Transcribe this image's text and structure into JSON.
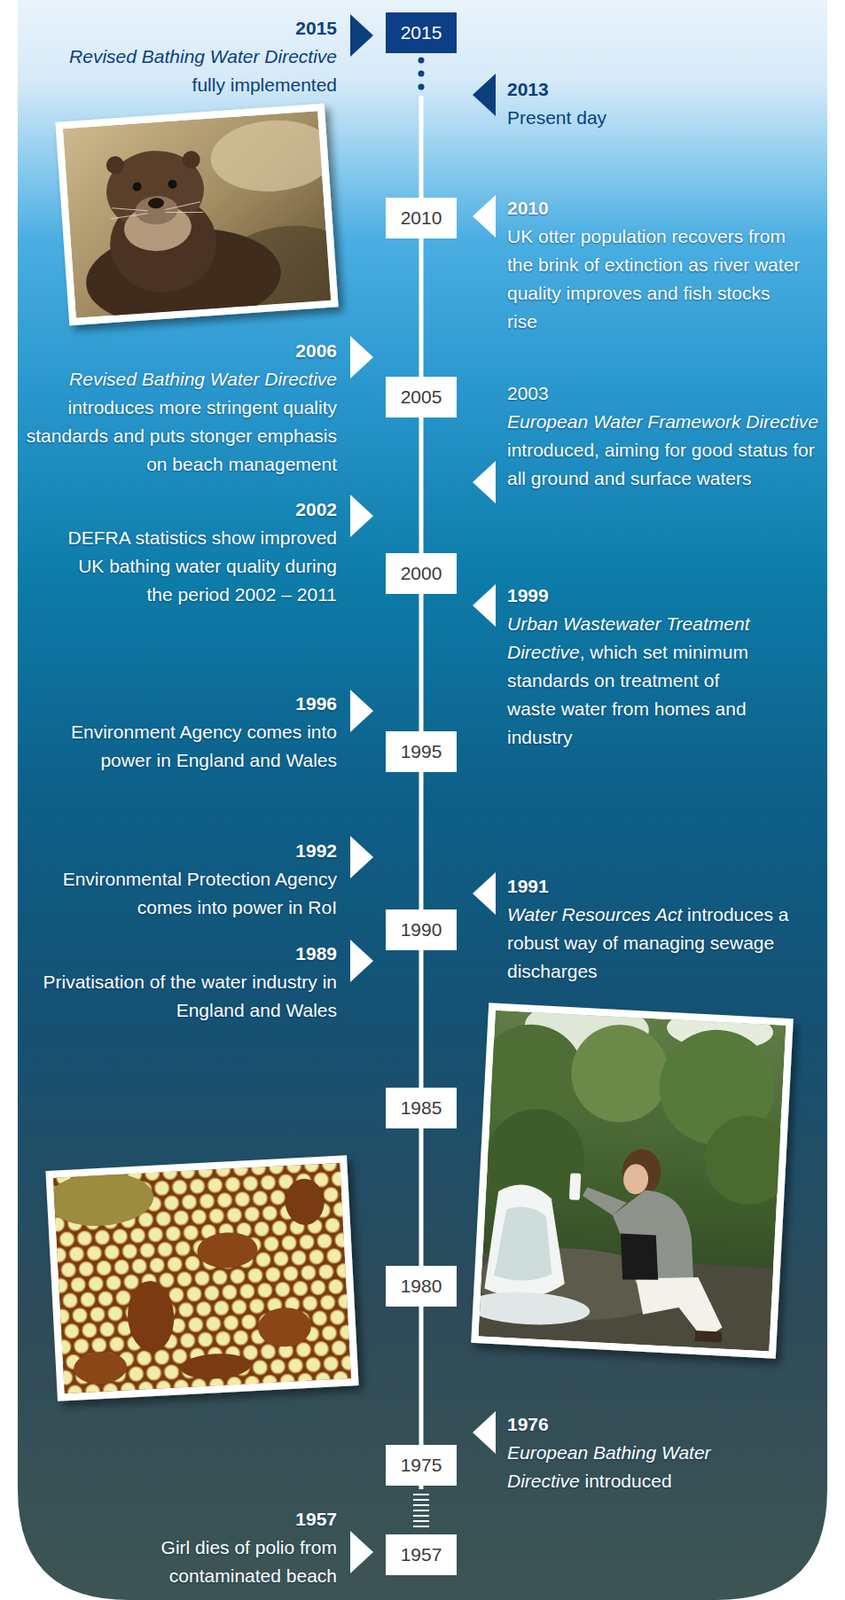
{
  "diagram": {
    "nodes": [
      {
        "text": [
          "2015"
        ]
      },
      {
        "text": [
          "2010"
        ]
      },
      {
        "text": [
          "2005"
        ]
      },
      {
        "text": [
          "2000"
        ]
      },
      {
        "text": [
          "1995"
        ]
      },
      {
        "text": [
          "1990"
        ]
      },
      {
        "text": [
          "1985"
        ]
      },
      {
        "text": [
          "1980"
        ]
      },
      {
        "text": [
          "1975"
        ]
      },
      {
        "text": [
          "1957"
        ]
      }
    ],
    "labels": [
      "2015",
      "Revised Bathing Water Directive fully implemented",
      "2013",
      "Present day",
      "2010",
      "UK otter population recovers from the brink of extinction as river water quality improves and fish stocks rise",
      "2006",
      "Revised Bathing Water Directive introduces more stringent quality standards and puts stonger emphasis on beach management",
      "2003",
      "European Water Framework Directive introduced, aiming for good status for all ground and surface waters",
      "2002",
      "DEFRA statistics show improved UK bathing water quality during the period 2002 – 2011",
      "1999",
      "Urban Wastewater Treatment Directive, which set minimum standards on treatment of waste water from homes and industry",
      "1996",
      "Environment Agency comes into power in England and Wales",
      "1992",
      "Environmental Protection Agency comes into power in RoI",
      "1991",
      "Water Resources Act introduces a robust way of managing sewage discharges",
      "1989",
      "Privatisation of the water industry in England and Wales",
      "1976",
      "European Bathing Water Directive introduced",
      "1957",
      "Girl dies of polio from contaminated beach"
    ]
  }
}
